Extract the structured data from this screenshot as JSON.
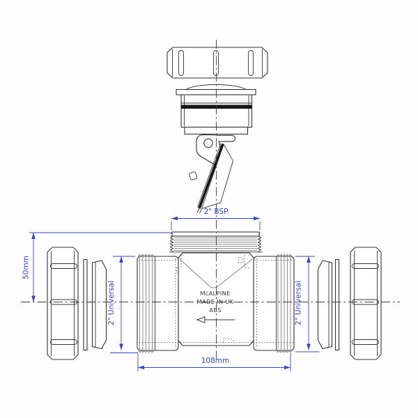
{
  "labels": {
    "bsp": "2\" BSP",
    "height": "50mm",
    "universal_left": "2\" Universal",
    "universal_right": "2\" Universal",
    "length": "108mm"
  },
  "markings": {
    "line1": "McALPINE",
    "line2": "MADE IN UK",
    "line3": "ABS"
  },
  "colors": {
    "line": "#333333",
    "dimension_blue": "#3244d0",
    "thread_gray": "#999999",
    "seal_black": "#161616",
    "background": "#ffffff"
  },
  "components": [
    "cap-nut",
    "sealing-cap",
    "o-ring",
    "flap-valve",
    "bsp-spigot",
    "tee-body",
    "socket-left",
    "socket-right",
    "compression-nut-left",
    "compression-nut-right",
    "washer-left",
    "washer-right",
    "cone-ring-left",
    "cone-ring-right",
    "flow-direction-arrow",
    "centerlines"
  ]
}
